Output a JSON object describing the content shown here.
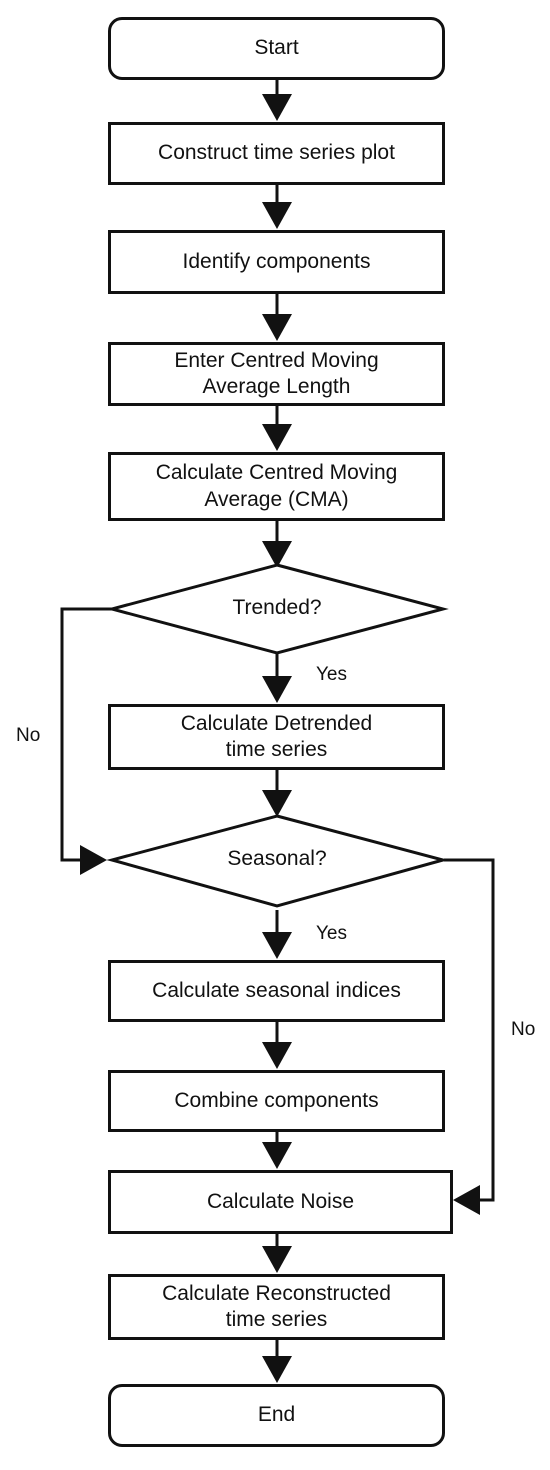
{
  "flowchart": {
    "start": "Start",
    "steps": [
      "Construct time series plot",
      "Identify components",
      "Enter Centred Moving Average Length",
      "Calculate Centred Moving Average (CMA)",
      "Calculate Detrended time series",
      "Calculate seasonal indices",
      "Combine components",
      "Calculate Noise",
      "Calculate Reconstructed time series"
    ],
    "decisions": [
      "Trended?",
      "Seasonal?"
    ],
    "end": "End",
    "labels": {
      "trended_yes": "Yes",
      "trended_no": "No",
      "seasonal_yes": "Yes",
      "seasonal_no": "No"
    }
  }
}
